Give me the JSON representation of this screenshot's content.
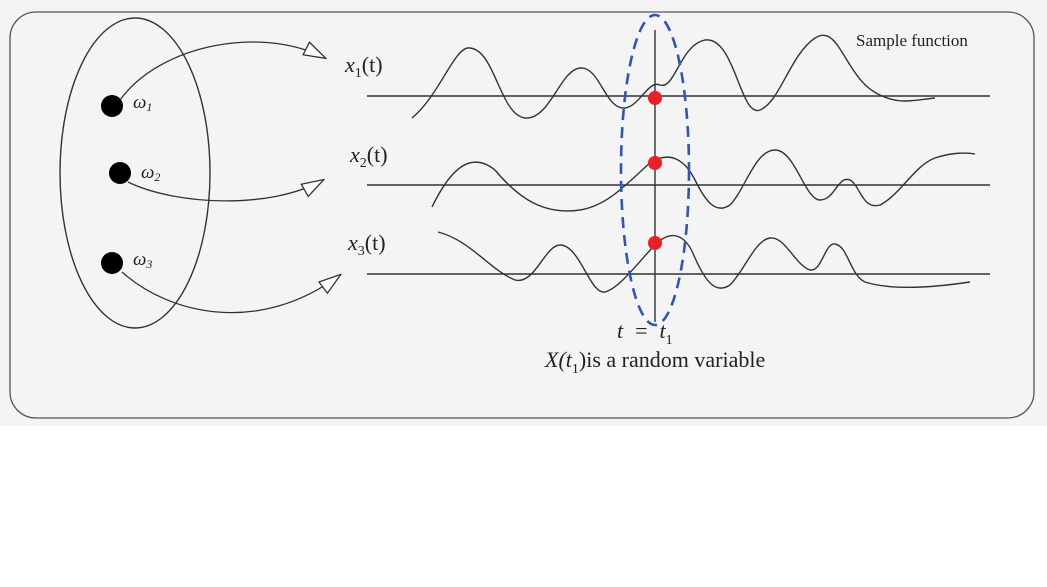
{
  "sample_function_label": "Sample function",
  "outcomes": [
    {
      "symbol": "ω",
      "index": "1"
    },
    {
      "symbol": "ω",
      "index": "2"
    },
    {
      "symbol": "ω",
      "index": "3"
    }
  ],
  "sample_paths": [
    {
      "var": "x",
      "index": "1",
      "arg": "(t)"
    },
    {
      "var": "x",
      "index": "2",
      "arg": "(t)"
    },
    {
      "var": "x",
      "index": "3",
      "arg": "(t)"
    }
  ],
  "time_marker": {
    "t": "t",
    "eq": "=",
    "t1_var": "t",
    "t1_index": "1"
  },
  "caption": {
    "X": "X(",
    "t": "t",
    "index": "1",
    "close": ")",
    "text": "is a random variable"
  },
  "colors": {
    "panel_bg": "#f4f4f4",
    "stroke": "#333333",
    "dashed_ellipse": "#2f55b5",
    "sample_points": "#e8202a",
    "outcome_dots": "#000000"
  }
}
